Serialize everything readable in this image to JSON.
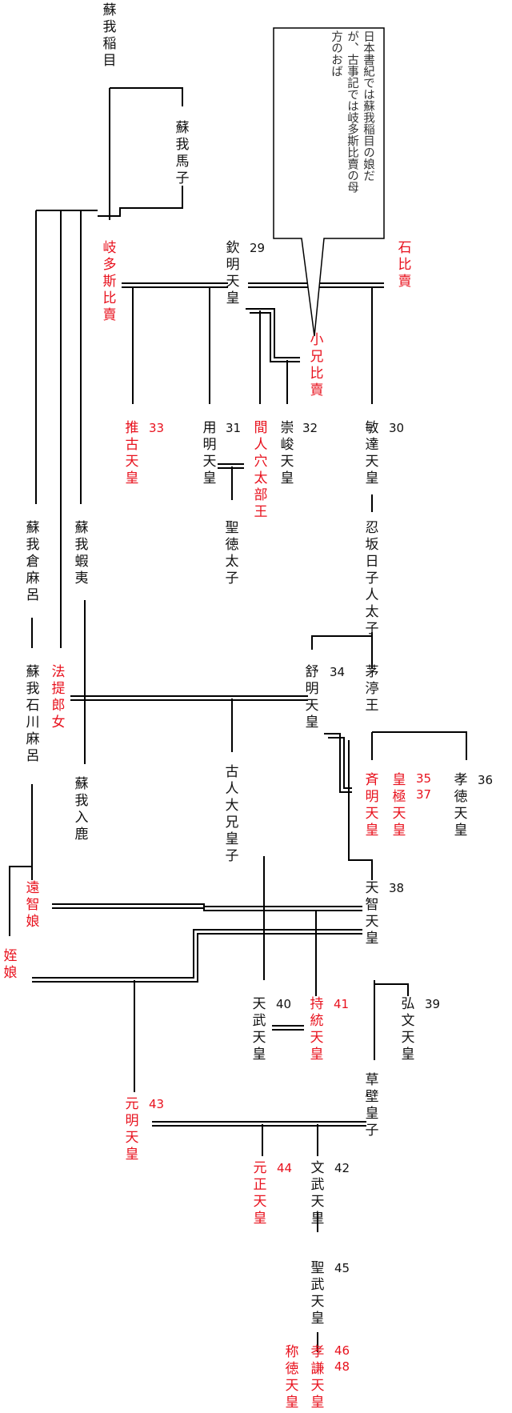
{
  "callout": {
    "text": "日本書紀では蘇我稲目の娘だが、古事記では岐多斯比賣の母方のおば"
  },
  "people": {
    "soga_iname": {
      "name": "蘇我稲目"
    },
    "soga_umako": {
      "name": "蘇我馬子"
    },
    "kitashihime": {
      "name": "岐多斯比賣"
    },
    "kinmei": {
      "name": "欽明天皇",
      "number": "29"
    },
    "ishihime": {
      "name": "石比賣"
    },
    "oanehime": {
      "name": "小兄比賣"
    },
    "suiko": {
      "name": "推古天皇",
      "number": "33"
    },
    "yomei": {
      "name": "用明天皇",
      "number": "31"
    },
    "hashihito": {
      "name": "間人穴太部王"
    },
    "sushun": {
      "name": "崇峻天皇",
      "number": "32"
    },
    "bidatsu": {
      "name": "敏達天皇",
      "number": "30"
    },
    "shotoku": {
      "name": "聖徳太子"
    },
    "soga_kuramaro": {
      "name": "蘇我倉麻呂"
    },
    "soga_emishi": {
      "name": "蘇我蝦夷"
    },
    "oshisaka": {
      "name": "忍坂日子人太子"
    },
    "jomei": {
      "name": "舒明天皇",
      "number": "34"
    },
    "chinu": {
      "name": "茅渟王"
    },
    "soga_ishikawamaro": {
      "name": "蘇我石川麻呂"
    },
    "hote": {
      "name": "法提郎女"
    },
    "furuhito": {
      "name": "古人大兄皇子"
    },
    "saimei": {
      "name": "斉明天皇"
    },
    "kogyoku": {
      "name": "皇極天皇",
      "number": "35\n37"
    },
    "kotoku": {
      "name": "孝徳天皇",
      "number": "36"
    },
    "soga_iruka": {
      "name": "蘇我入鹿"
    },
    "ochi": {
      "name": "遠智娘"
    },
    "tenji": {
      "name": "天智天皇",
      "number": "38"
    },
    "mei": {
      "name": "姪娘"
    },
    "tenmu": {
      "name": "天武天皇",
      "number": "40"
    },
    "jito": {
      "name": "持統天皇",
      "number": "41"
    },
    "kobun": {
      "name": "弘文天皇",
      "number": "39"
    },
    "genmei": {
      "name": "元明天皇",
      "number": "43"
    },
    "kusakabe": {
      "name": "草壁皇子"
    },
    "gensho": {
      "name": "元正天皇",
      "number": "44"
    },
    "monmu": {
      "name": "文武天皇",
      "number": "42"
    },
    "shomu": {
      "name": "聖武天皇",
      "number": "45"
    },
    "shotoku_tenno": {
      "name": "称徳天皇"
    },
    "koken": {
      "name": "孝謙天皇",
      "number": "46\n48"
    }
  },
  "colors": {
    "female": "#e8111d",
    "male": "#111111",
    "line": "#000000"
  }
}
